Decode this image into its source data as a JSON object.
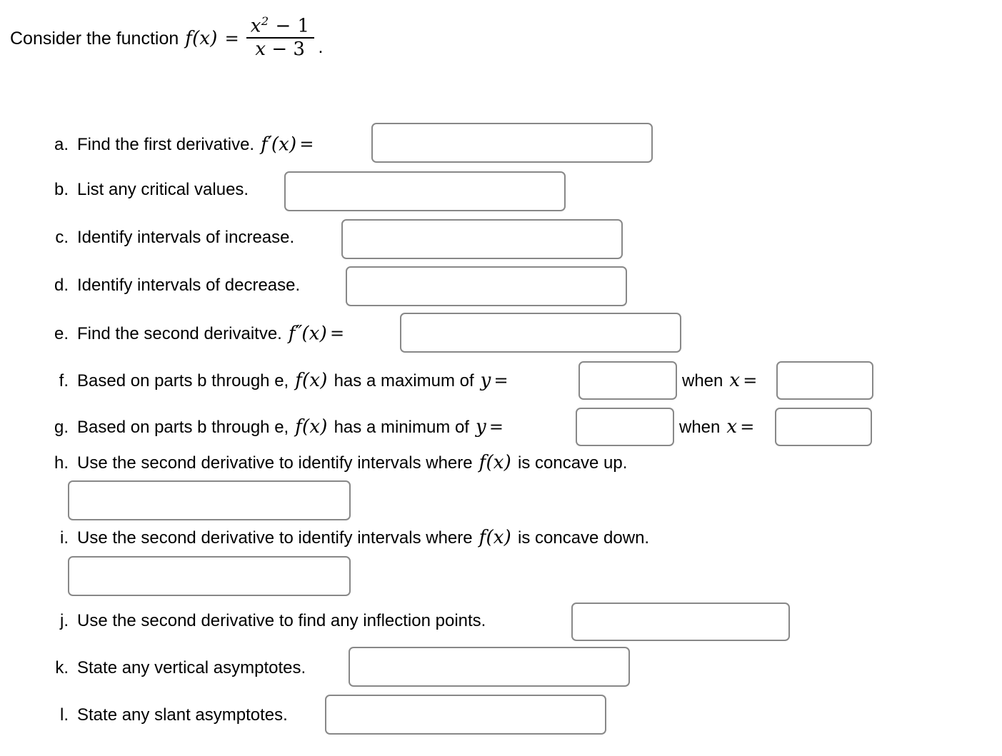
{
  "prompt": {
    "lead": "Consider the function",
    "function_name": "f(x)",
    "equals": "=",
    "numerator": "x² − 1",
    "denominator": "x − 3",
    "period": "."
  },
  "items": [
    {
      "marker": "a.",
      "text": "Find the first derivative.",
      "math_lead": "f'(x) =",
      "inputs": [
        {
          "name": "answer-a",
          "value": "",
          "placeholder": ""
        }
      ]
    },
    {
      "marker": "b.",
      "text": "List any critical values.",
      "math_lead": "",
      "inputs": [
        {
          "name": "answer-b",
          "value": "",
          "placeholder": ""
        }
      ]
    },
    {
      "marker": "c.",
      "text": "Identify intervals of increase.",
      "math_lead": "",
      "inputs": [
        {
          "name": "answer-c",
          "value": "",
          "placeholder": ""
        }
      ]
    },
    {
      "marker": "d.",
      "text": "Identify intervals of decrease.",
      "math_lead": "",
      "inputs": [
        {
          "name": "answer-d",
          "value": "",
          "placeholder": ""
        }
      ]
    },
    {
      "marker": "e.",
      "text": "Find the second derivaitve.",
      "math_lead": "f''(x) =",
      "inputs": [
        {
          "name": "answer-e",
          "value": "",
          "placeholder": ""
        }
      ]
    },
    {
      "marker": "f.",
      "text_before": "Based on parts b through e,",
      "fx": "f(x)",
      "text_mid": "has a maximum of",
      "y_symbol": "y",
      "equals": "=",
      "when_text": "when",
      "x_symbol": "x",
      "inputs": [
        {
          "name": "answer-f-y",
          "value": "",
          "placeholder": ""
        },
        {
          "name": "answer-f-x",
          "value": "",
          "placeholder": ""
        }
      ]
    },
    {
      "marker": "g.",
      "text_before": "Based on parts b through e,",
      "fx": "f(x)",
      "text_mid": "has a minimum of",
      "y_symbol": "y",
      "equals": "=",
      "when_text": "when",
      "x_symbol": "x",
      "inputs": [
        {
          "name": "answer-g-y",
          "value": "",
          "placeholder": ""
        },
        {
          "name": "answer-g-x",
          "value": "",
          "placeholder": ""
        }
      ]
    },
    {
      "marker": "h.",
      "text_before": "Use the second derivative to identify intervals where",
      "fx": "f(x)",
      "text_after": "is concave up.",
      "inputs": [
        {
          "name": "answer-h",
          "value": "",
          "placeholder": ""
        }
      ]
    },
    {
      "marker": "i.",
      "text_before": "Use the second derivative to identify intervals where",
      "fx": "f(x)",
      "text_after": "is concave down.",
      "inputs": [
        {
          "name": "answer-i",
          "value": "",
          "placeholder": ""
        }
      ]
    },
    {
      "marker": "j.",
      "text": "Use the second derivative to find any inflection points.",
      "math_lead": "",
      "inputs": [
        {
          "name": "answer-j",
          "value": "",
          "placeholder": ""
        }
      ]
    },
    {
      "marker": "k.",
      "text": "State any vertical asymptotes.",
      "math_lead": "",
      "inputs": [
        {
          "name": "answer-k",
          "value": "",
          "placeholder": ""
        }
      ]
    },
    {
      "marker": "l.",
      "text": "State any slant asymptotes.",
      "math_lead": "",
      "inputs": [
        {
          "name": "answer-l",
          "value": "",
          "placeholder": ""
        }
      ]
    }
  ],
  "colors": {
    "background": "#ffffff",
    "text": "#000000",
    "input_border": "#888888",
    "input_fill": "#ffffff"
  }
}
